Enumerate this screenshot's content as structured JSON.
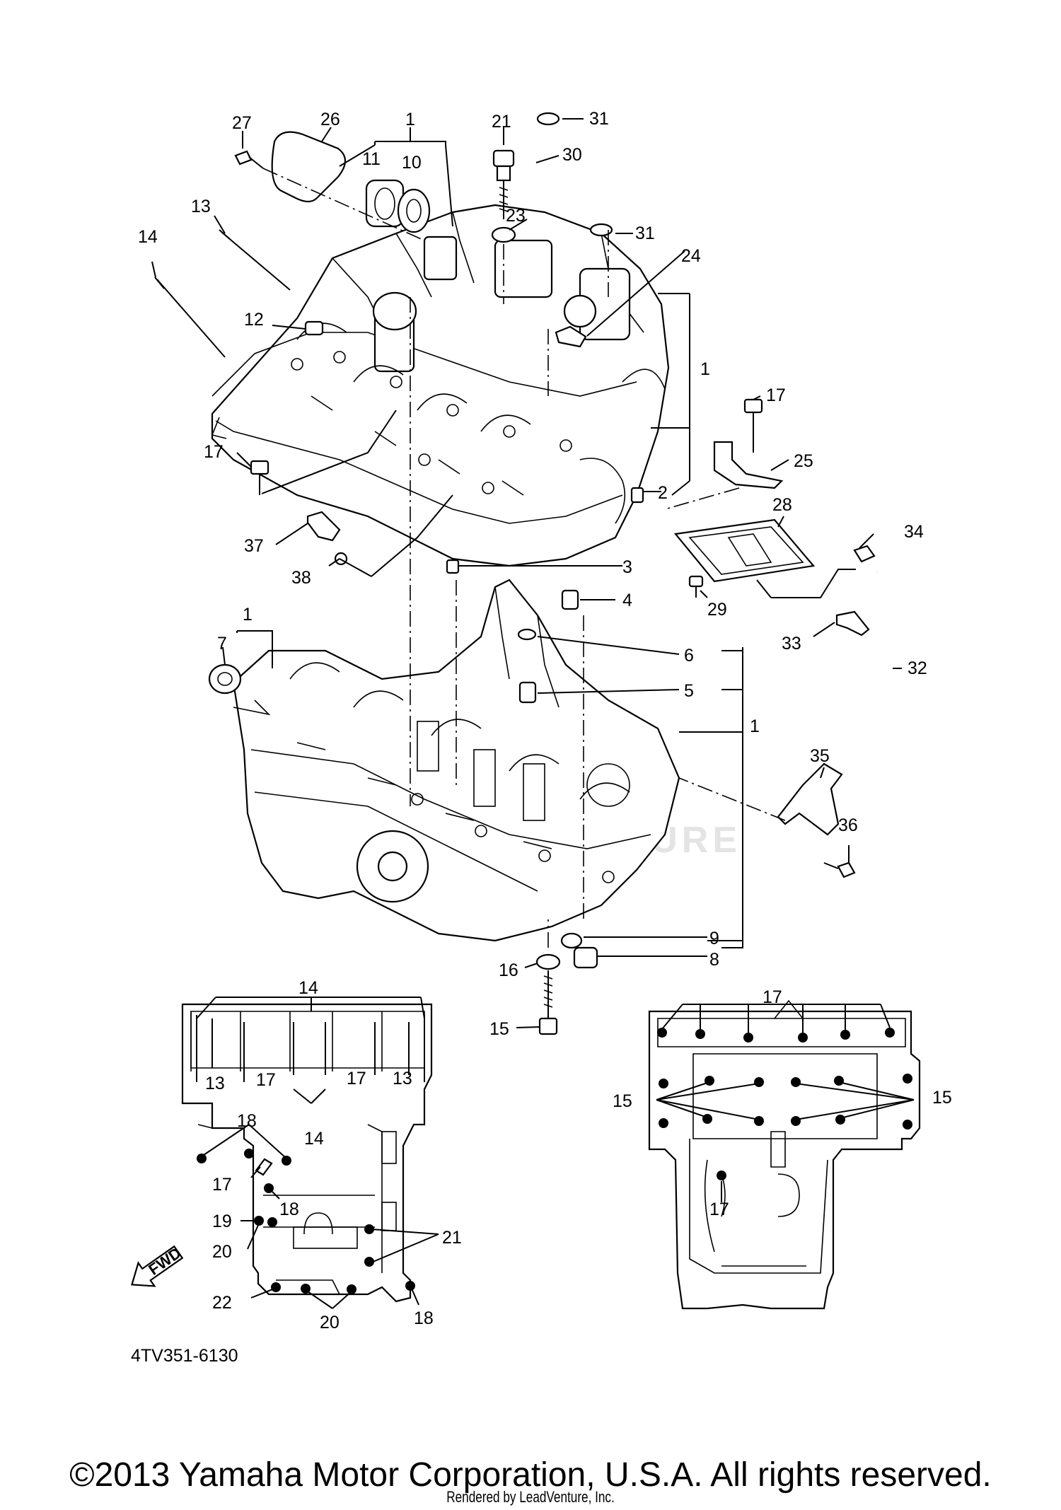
{
  "callouts": [
    {
      "id": "c27",
      "text": "27"
    },
    {
      "id": "c26",
      "text": "26"
    },
    {
      "id": "c1a",
      "text": "1"
    },
    {
      "id": "c11",
      "text": "11"
    },
    {
      "id": "c10",
      "text": "10"
    },
    {
      "id": "c21a",
      "text": "21"
    },
    {
      "id": "c31a",
      "text": "31"
    },
    {
      "id": "c30",
      "text": "30"
    },
    {
      "id": "c13a",
      "text": "13"
    },
    {
      "id": "c14a",
      "text": "14"
    },
    {
      "id": "c23",
      "text": "23"
    },
    {
      "id": "c31b",
      "text": "31"
    },
    {
      "id": "c24",
      "text": "24"
    },
    {
      "id": "c12",
      "text": "12"
    },
    {
      "id": "c1b",
      "text": "1"
    },
    {
      "id": "c17a",
      "text": "17"
    },
    {
      "id": "c17b",
      "text": "17"
    },
    {
      "id": "c25",
      "text": "25"
    },
    {
      "id": "c2",
      "text": "2"
    },
    {
      "id": "c28",
      "text": "28"
    },
    {
      "id": "c34",
      "text": "34"
    },
    {
      "id": "c37",
      "text": "37"
    },
    {
      "id": "c3",
      "text": "3"
    },
    {
      "id": "c38",
      "text": "38"
    },
    {
      "id": "c29",
      "text": "29"
    },
    {
      "id": "c4",
      "text": "4"
    },
    {
      "id": "c1c",
      "text": "1"
    },
    {
      "id": "c33",
      "text": "33"
    },
    {
      "id": "c32",
      "text": "32"
    },
    {
      "id": "c7",
      "text": "7"
    },
    {
      "id": "c6",
      "text": "6"
    },
    {
      "id": "c5",
      "text": "5"
    },
    {
      "id": "c1d",
      "text": "1"
    },
    {
      "id": "c35",
      "text": "35"
    },
    {
      "id": "c36",
      "text": "36"
    },
    {
      "id": "c9",
      "text": "9"
    },
    {
      "id": "c8",
      "text": "8"
    },
    {
      "id": "c16",
      "text": "16"
    },
    {
      "id": "c15a",
      "text": "15"
    }
  ],
  "left_view_labels": [
    {
      "id": "l14a",
      "text": "14"
    },
    {
      "id": "l13a",
      "text": "13"
    },
    {
      "id": "l17a",
      "text": "17"
    },
    {
      "id": "l17b",
      "text": "17"
    },
    {
      "id": "l13b",
      "text": "13"
    },
    {
      "id": "l18a",
      "text": "18"
    },
    {
      "id": "l14b",
      "text": "14"
    },
    {
      "id": "l17c",
      "text": "17"
    },
    {
      "id": "l18b",
      "text": "18"
    },
    {
      "id": "l19",
      "text": "19"
    },
    {
      "id": "l21",
      "text": "21"
    },
    {
      "id": "l20a",
      "text": "20"
    },
    {
      "id": "l22",
      "text": "22"
    },
    {
      "id": "l20b",
      "text": "20"
    },
    {
      "id": "l18c",
      "text": "18"
    }
  ],
  "right_view_labels": [
    {
      "id": "r17a",
      "text": "17"
    },
    {
      "id": "r15a",
      "text": "15"
    },
    {
      "id": "r15b",
      "text": "15"
    },
    {
      "id": "r17b",
      "text": "17"
    }
  ],
  "fwd_label": "FWD",
  "diagram_code": "4TV351-6130",
  "watermark": "LEADVENTURE",
  "copyright": "©2013 Yamaha Motor Corporation, U.S.A. All rights reserved.",
  "rendered_by": "Rendered by LeadVenture, Inc."
}
